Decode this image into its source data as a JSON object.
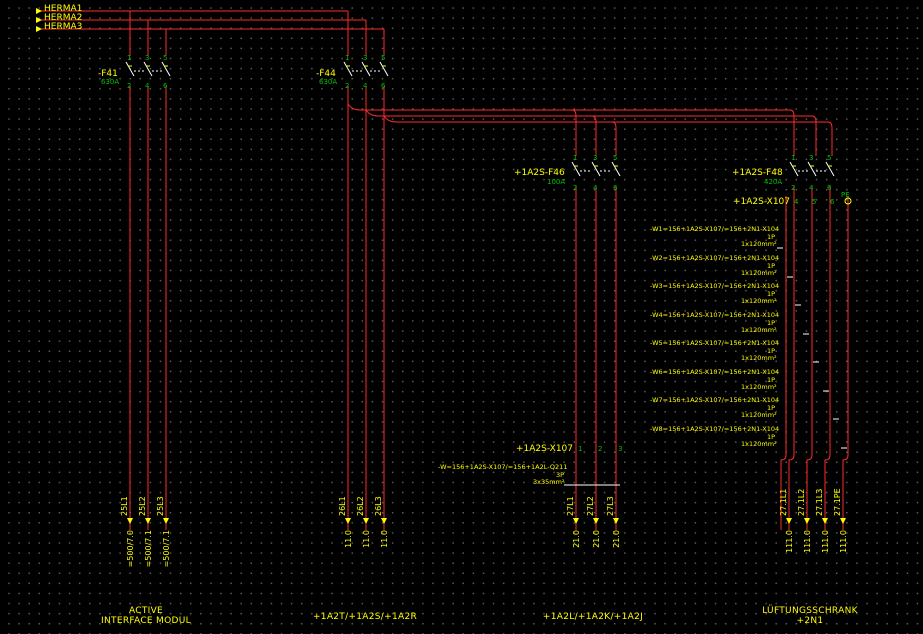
{
  "supply": [
    "HERMA1",
    "HERMA2",
    "HERMA3"
  ],
  "breakers": [
    {
      "name": "-F41",
      "rating": "630A",
      "poles": [
        "1",
        "3",
        "5"
      ],
      "terms": [
        "2",
        "4",
        "6"
      ]
    },
    {
      "name": "-F44",
      "rating": "630A",
      "poles": [
        "1",
        "3",
        "5"
      ],
      "terms": [
        "2",
        "4",
        "6"
      ]
    },
    {
      "name": "+1A2S-F46",
      "rating": "100A",
      "poles": [
        "1",
        "3",
        "5"
      ],
      "terms": [
        "2",
        "4",
        "6"
      ]
    },
    {
      "name": "+1A2S-F48",
      "rating": "420A",
      "poles": [
        "1",
        "3",
        "5"
      ],
      "terms": [
        "2",
        "4",
        "6"
      ]
    }
  ],
  "pe_label": "PE",
  "terminals_top": {
    "name": "+1A2S-X107",
    "pins": [
      "4",
      "5",
      "6"
    ]
  },
  "terminals_mid": {
    "name": "+1A2S-X107",
    "pins": [
      "1",
      "2",
      "3"
    ]
  },
  "cables": [
    {
      "id": "-W1=156+1A2S-X107/=156+2N1-X104",
      "cores": "1P",
      "size": "1x120mm²"
    },
    {
      "id": "-W2=156+1A2S-X107/=156+2N1-X104",
      "cores": "1P",
      "size": "1x120mm²"
    },
    {
      "id": "-W3=156+1A2S-X107/=156+2N1-X104",
      "cores": "1P",
      "size": "1x120mm²"
    },
    {
      "id": "-W4=156+1A2S-X107/=156+2N1-X104",
      "cores": "1P",
      "size": "1x120mm²"
    },
    {
      "id": "-W5=156+1A2S-X107/=156+2N1-X104",
      "cores": "1P",
      "size": "1x120mm²"
    },
    {
      "id": "-W6=156+1A2S-X107/=156+2N1-X104",
      "cores": "1P",
      "size": "1x120mm²"
    },
    {
      "id": "-W7=156+1A2S-X107/=156+2N1-X104",
      "cores": "1P",
      "size": "1x120mm²"
    },
    {
      "id": "-W8=156+1A2S-X107/=156+2N1-X104",
      "cores": "1P",
      "size": "1x120mm²"
    }
  ],
  "cable_mid": {
    "id": "-W=156+1A2S-X107/=156+1A2L-Q211",
    "cores": "3P",
    "size": "3x35mm²"
  },
  "outputs": [
    {
      "label": "25L1",
      "ref": "=500/7.0"
    },
    {
      "label": "25L2",
      "ref": "=500/7.1"
    },
    {
      "label": "25L3",
      "ref": "=500/7.1"
    },
    {
      "label": "26L1",
      "ref": "11.0"
    },
    {
      "label": "26L2",
      "ref": "11.0"
    },
    {
      "label": "26L3",
      "ref": "11.0"
    },
    {
      "label": "27L1",
      "ref": "21.0"
    },
    {
      "label": "27L2",
      "ref": "21.0"
    },
    {
      "label": "27L3",
      "ref": "21.0"
    },
    {
      "label": "27.1L1",
      "ref": "111.0"
    },
    {
      "label": "27.1L2",
      "ref": "111.0"
    },
    {
      "label": "27.1L3",
      "ref": "111.0"
    },
    {
      "label": "27.1PE",
      "ref": "111.0"
    }
  ],
  "captions": [
    {
      "line1": "ACTIVE",
      "line2": "INTERFACE MODUL"
    },
    {
      "line1": "+1A2T/+1A2S/+1A2R",
      "line2": ""
    },
    {
      "line1": "+1A2L/+1A2K/+1A2J",
      "line2": ""
    },
    {
      "line1": "LÜFTUNGSSCHRANK",
      "line2": "+2N1"
    }
  ]
}
